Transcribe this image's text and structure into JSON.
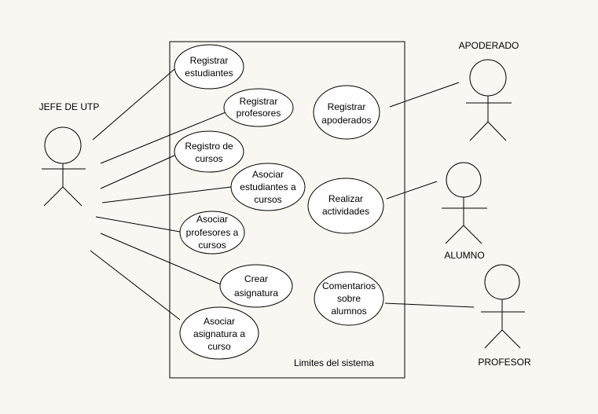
{
  "system_boundary": {
    "label": "Limites del sistema"
  },
  "actors": [
    {
      "id": "jefe",
      "label": "JEFE DE UTP"
    },
    {
      "id": "apoderado",
      "label": "APODERADO"
    },
    {
      "id": "alumno",
      "label": "ALUMNO"
    },
    {
      "id": "profesor",
      "label": "PROFESOR"
    }
  ],
  "use_cases": [
    {
      "id": "reg_est",
      "lines": [
        "Registrar",
        "estudiantes"
      ]
    },
    {
      "id": "reg_prof",
      "lines": [
        "Registrar",
        "profesores"
      ]
    },
    {
      "id": "reg_cur",
      "lines": [
        "Registro de",
        "cursos"
      ]
    },
    {
      "id": "asoc_est",
      "lines": [
        "Asociar",
        "estudiantes a",
        "cursos"
      ]
    },
    {
      "id": "asoc_prof",
      "lines": [
        "Asociar",
        "profesores a",
        "cursos"
      ]
    },
    {
      "id": "crear_asig",
      "lines": [
        "Crear",
        "asignatura"
      ]
    },
    {
      "id": "asoc_asig",
      "lines": [
        "Asociar",
        "asignatura a",
        "curso"
      ]
    },
    {
      "id": "reg_apod",
      "lines": [
        "Registrar",
        "apoderados"
      ]
    },
    {
      "id": "realizar",
      "lines": [
        "Realizar",
        "actividades"
      ]
    },
    {
      "id": "comentarios",
      "lines": [
        "Comentarios",
        "sobre",
        "alumnos"
      ]
    }
  ]
}
